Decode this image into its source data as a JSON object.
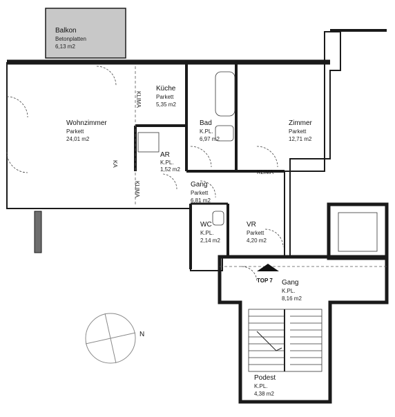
{
  "balcony": {
    "name": "Balkon",
    "floor": "Betonplatten",
    "area": "6,13 m2"
  },
  "rooms": {
    "living": {
      "name": "Wohnzimmer",
      "floor": "Parkett",
      "area": "24,01 m2"
    },
    "kitchen": {
      "name": "Küche",
      "floor": "Parkett",
      "area": "5,35 m2"
    },
    "bath": {
      "name": "Bad",
      "floor": "K.PL.",
      "area": "6,97 m2"
    },
    "room": {
      "name": "Zimmer",
      "floor": "Parkett",
      "area": "12,71 m2"
    },
    "ar": {
      "name": "AR",
      "floor": "K.PL.",
      "area": "1,52 m2"
    },
    "hall": {
      "name": "Gang",
      "floor": "Parkett",
      "area": "6,81 m2"
    },
    "wc": {
      "name": "WC",
      "floor": "K.PL.",
      "area": "2,14 m2"
    },
    "vr": {
      "name": "VR",
      "floor": "Parkett",
      "area": "4,20 m2"
    },
    "corridor": {
      "name": "Gang",
      "floor": "K.PL.",
      "area": "8,16 m2"
    },
    "landing": {
      "name": "Podest",
      "floor": "K.PL.",
      "area": "4,38 m2"
    }
  },
  "annotations": {
    "klima1": "KLIMA",
    "klima2": "KLIMA",
    "klima3": "KLIMA",
    "ka": "KA",
    "top": "TOP 7",
    "north": "N"
  },
  "colors": {
    "wall": "#1a1a1a",
    "balcony_fill": "#c8c8c8",
    "solid_wall": "#6e6e6e"
  }
}
